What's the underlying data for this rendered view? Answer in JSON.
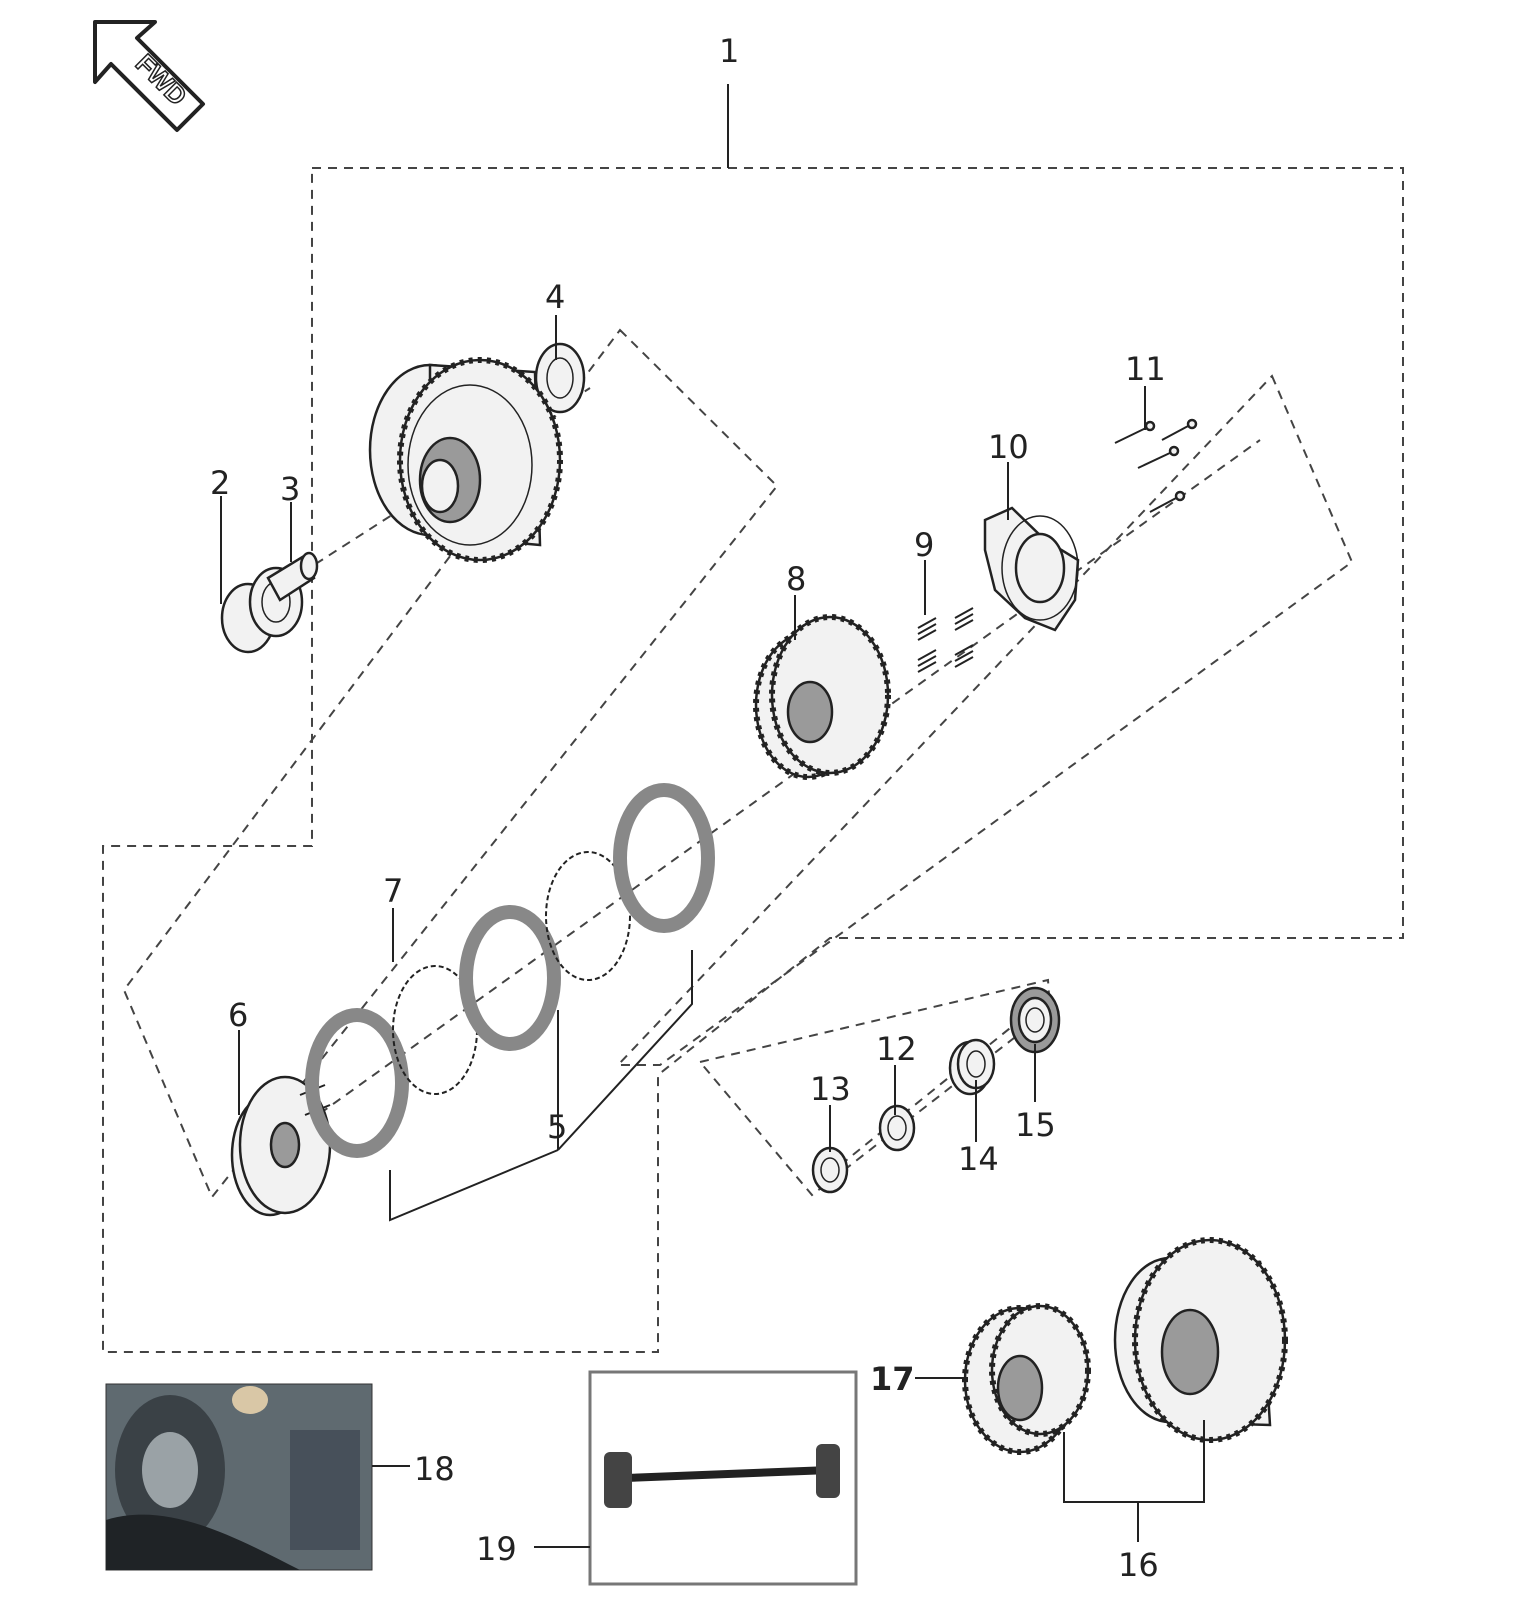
{
  "direction_badge": {
    "label": "FWD"
  },
  "callouts": [
    {
      "id": "1",
      "label": "1"
    },
    {
      "id": "2",
      "label": "2"
    },
    {
      "id": "3",
      "label": "3"
    },
    {
      "id": "4",
      "label": "4"
    },
    {
      "id": "5",
      "label": "5"
    },
    {
      "id": "6",
      "label": "6"
    },
    {
      "id": "7",
      "label": "7"
    },
    {
      "id": "8",
      "label": "8"
    },
    {
      "id": "9",
      "label": "9"
    },
    {
      "id": "10",
      "label": "10"
    },
    {
      "id": "11",
      "label": "11"
    },
    {
      "id": "12",
      "label": "12"
    },
    {
      "id": "13",
      "label": "13"
    },
    {
      "id": "14",
      "label": "14"
    },
    {
      "id": "15",
      "label": "15"
    },
    {
      "id": "16",
      "label": "16"
    },
    {
      "id": "17",
      "label": "17"
    },
    {
      "id": "18",
      "label": "18"
    },
    {
      "id": "19",
      "label": "19"
    }
  ],
  "colors": {
    "line": "#222222",
    "dash": "#444444",
    "part_fill": "#f2f2f2",
    "photo_bg": "#5f6a70"
  }
}
